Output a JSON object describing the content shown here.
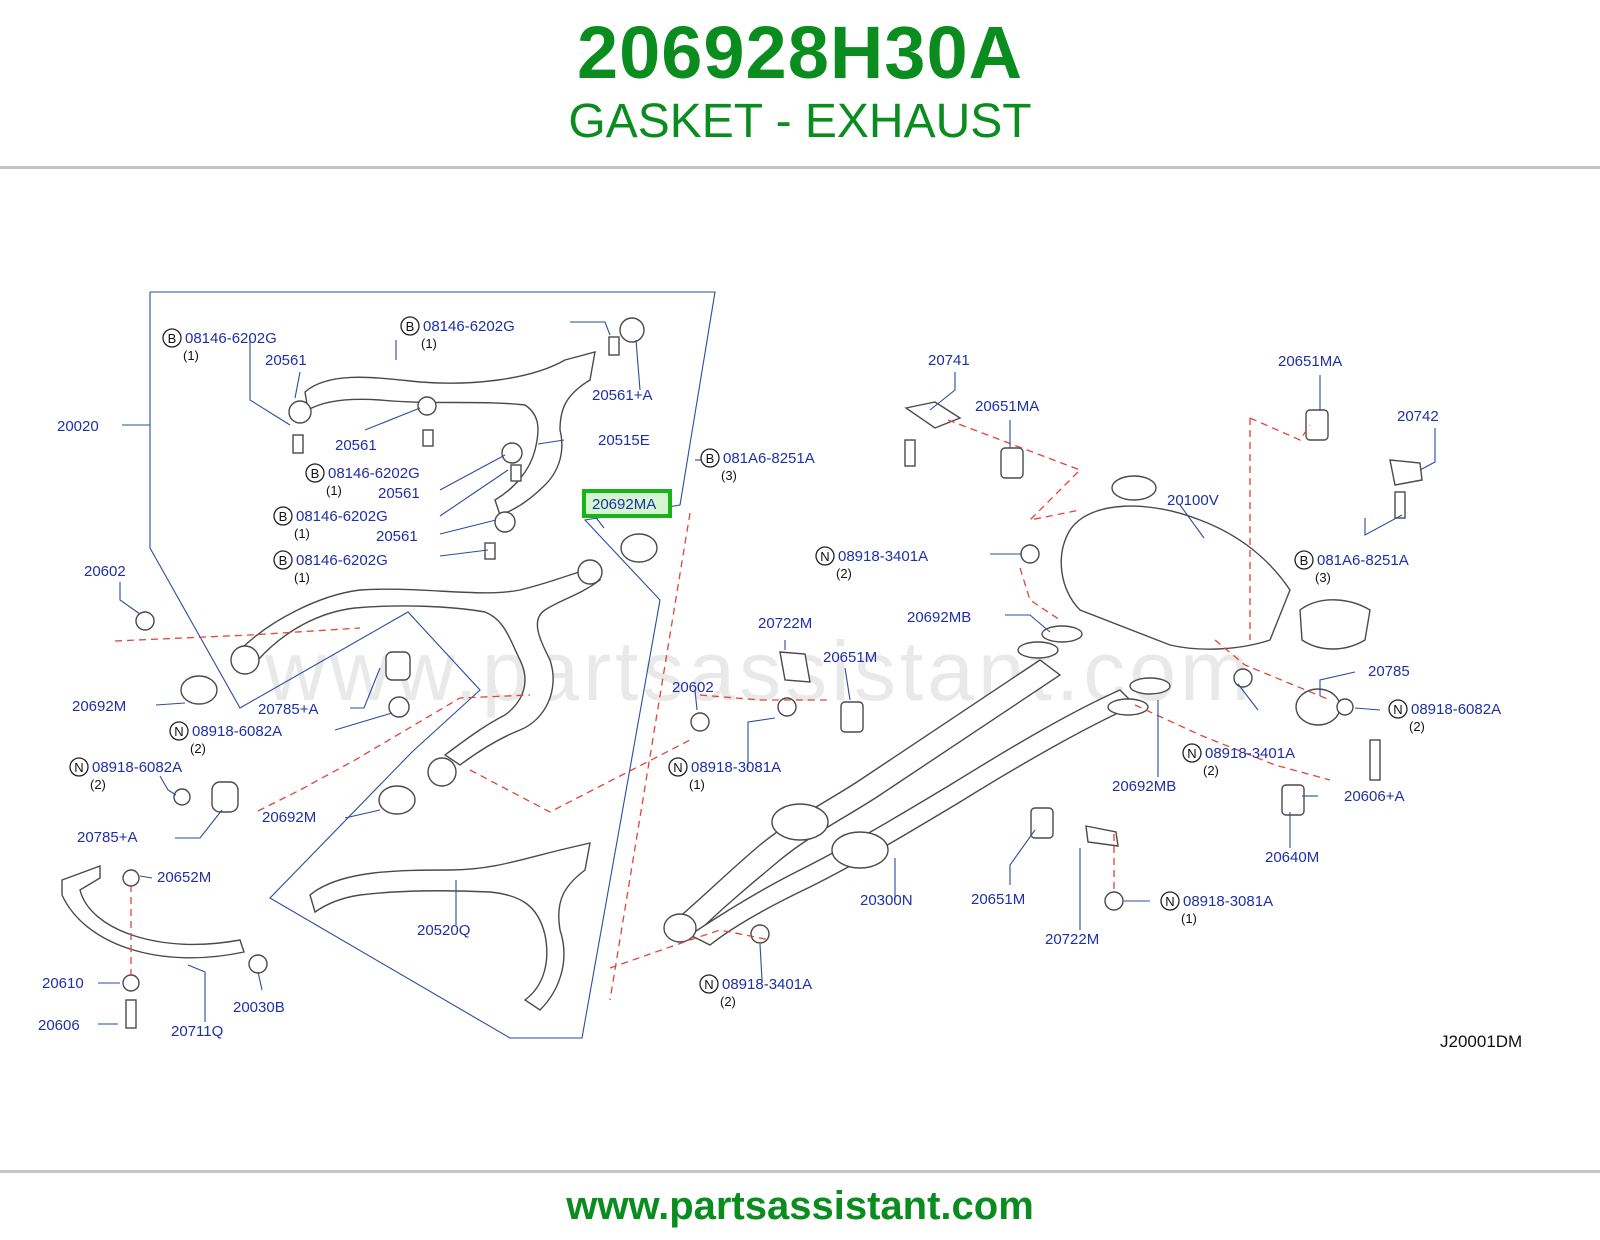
{
  "header": {
    "part_number": "206928H30A",
    "description": "GASKET - EXHAUST"
  },
  "footer": {
    "url": "www.partsassistant.com"
  },
  "watermark": "www.partsassistant.com",
  "diagram": {
    "code": "J20001DM",
    "highlighted": "20692MA",
    "labels": [
      {
        "id": "l1",
        "text": "08146-6202G",
        "prefix": "B",
        "qty": "(1)"
      },
      {
        "id": "l2",
        "text": "08146-6202G",
        "prefix": "B",
        "qty": "(1)"
      },
      {
        "id": "l3",
        "text": "20561"
      },
      {
        "id": "l4",
        "text": "20561+A"
      },
      {
        "id": "l5",
        "text": "20020"
      },
      {
        "id": "l6",
        "text": "20561"
      },
      {
        "id": "l7",
        "text": "20515E"
      },
      {
        "id": "l8",
        "text": "08146-6202G",
        "prefix": "B",
        "qty": "(1)"
      },
      {
        "id": "l9",
        "text": "20561"
      },
      {
        "id": "l10",
        "text": "08146-6202G",
        "prefix": "B",
        "qty": "(1)"
      },
      {
        "id": "l11",
        "text": "20561"
      },
      {
        "id": "l12",
        "text": "08146-6202G",
        "prefix": "B",
        "qty": "(1)"
      },
      {
        "id": "l13",
        "text": "081A6-8251A",
        "prefix": "B",
        "qty": "(3)"
      },
      {
        "id": "l14",
        "text": "20602"
      },
      {
        "id": "l15",
        "text": "20692M"
      },
      {
        "id": "l16",
        "text": "20785+A"
      },
      {
        "id": "l17",
        "text": "08918-6082A",
        "prefix": "N",
        "qty": "(2)"
      },
      {
        "id": "l18",
        "text": "08918-6082A",
        "prefix": "N",
        "qty": "(2)"
      },
      {
        "id": "l19",
        "text": "20692M"
      },
      {
        "id": "l20",
        "text": "20785+A"
      },
      {
        "id": "l21",
        "text": "20652M"
      },
      {
        "id": "l22",
        "text": "20610"
      },
      {
        "id": "l23",
        "text": "20030B"
      },
      {
        "id": "l24",
        "text": "20606"
      },
      {
        "id": "l25",
        "text": "20711Q"
      },
      {
        "id": "l26",
        "text": "20520Q"
      },
      {
        "id": "l27",
        "text": "20602"
      },
      {
        "id": "l28",
        "text": "08918-3081A",
        "prefix": "N",
        "qty": "(1)"
      },
      {
        "id": "l29",
        "text": "20722M"
      },
      {
        "id": "l30",
        "text": "20651M"
      },
      {
        "id": "l31",
        "text": "20741"
      },
      {
        "id": "l32",
        "text": "20651MA"
      },
      {
        "id": "l33",
        "text": "20651MA"
      },
      {
        "id": "l34",
        "text": "20742"
      },
      {
        "id": "l35",
        "text": "20100V"
      },
      {
        "id": "l36",
        "text": "08918-3401A",
        "prefix": "N",
        "qty": "(2)"
      },
      {
        "id": "l37",
        "text": "20692MB"
      },
      {
        "id": "l38",
        "text": "081A6-8251A",
        "prefix": "B",
        "qty": "(3)"
      },
      {
        "id": "l39",
        "text": "20785"
      },
      {
        "id": "l40",
        "text": "08918-6082A",
        "prefix": "N",
        "qty": "(2)"
      },
      {
        "id": "l41",
        "text": "08918-3401A",
        "prefix": "N",
        "qty": "(2)"
      },
      {
        "id": "l42",
        "text": "20692MB"
      },
      {
        "id": "l43",
        "text": "20606+A"
      },
      {
        "id": "l44",
        "text": "20640M"
      },
      {
        "id": "l45",
        "text": "20300N"
      },
      {
        "id": "l46",
        "text": "20651M"
      },
      {
        "id": "l47",
        "text": "08918-3081A",
        "prefix": "N",
        "qty": "(1)"
      },
      {
        "id": "l48",
        "text": "20722M"
      },
      {
        "id": "l49",
        "text": "08918-3401A",
        "prefix": "N",
        "qty": "(2)"
      }
    ]
  }
}
